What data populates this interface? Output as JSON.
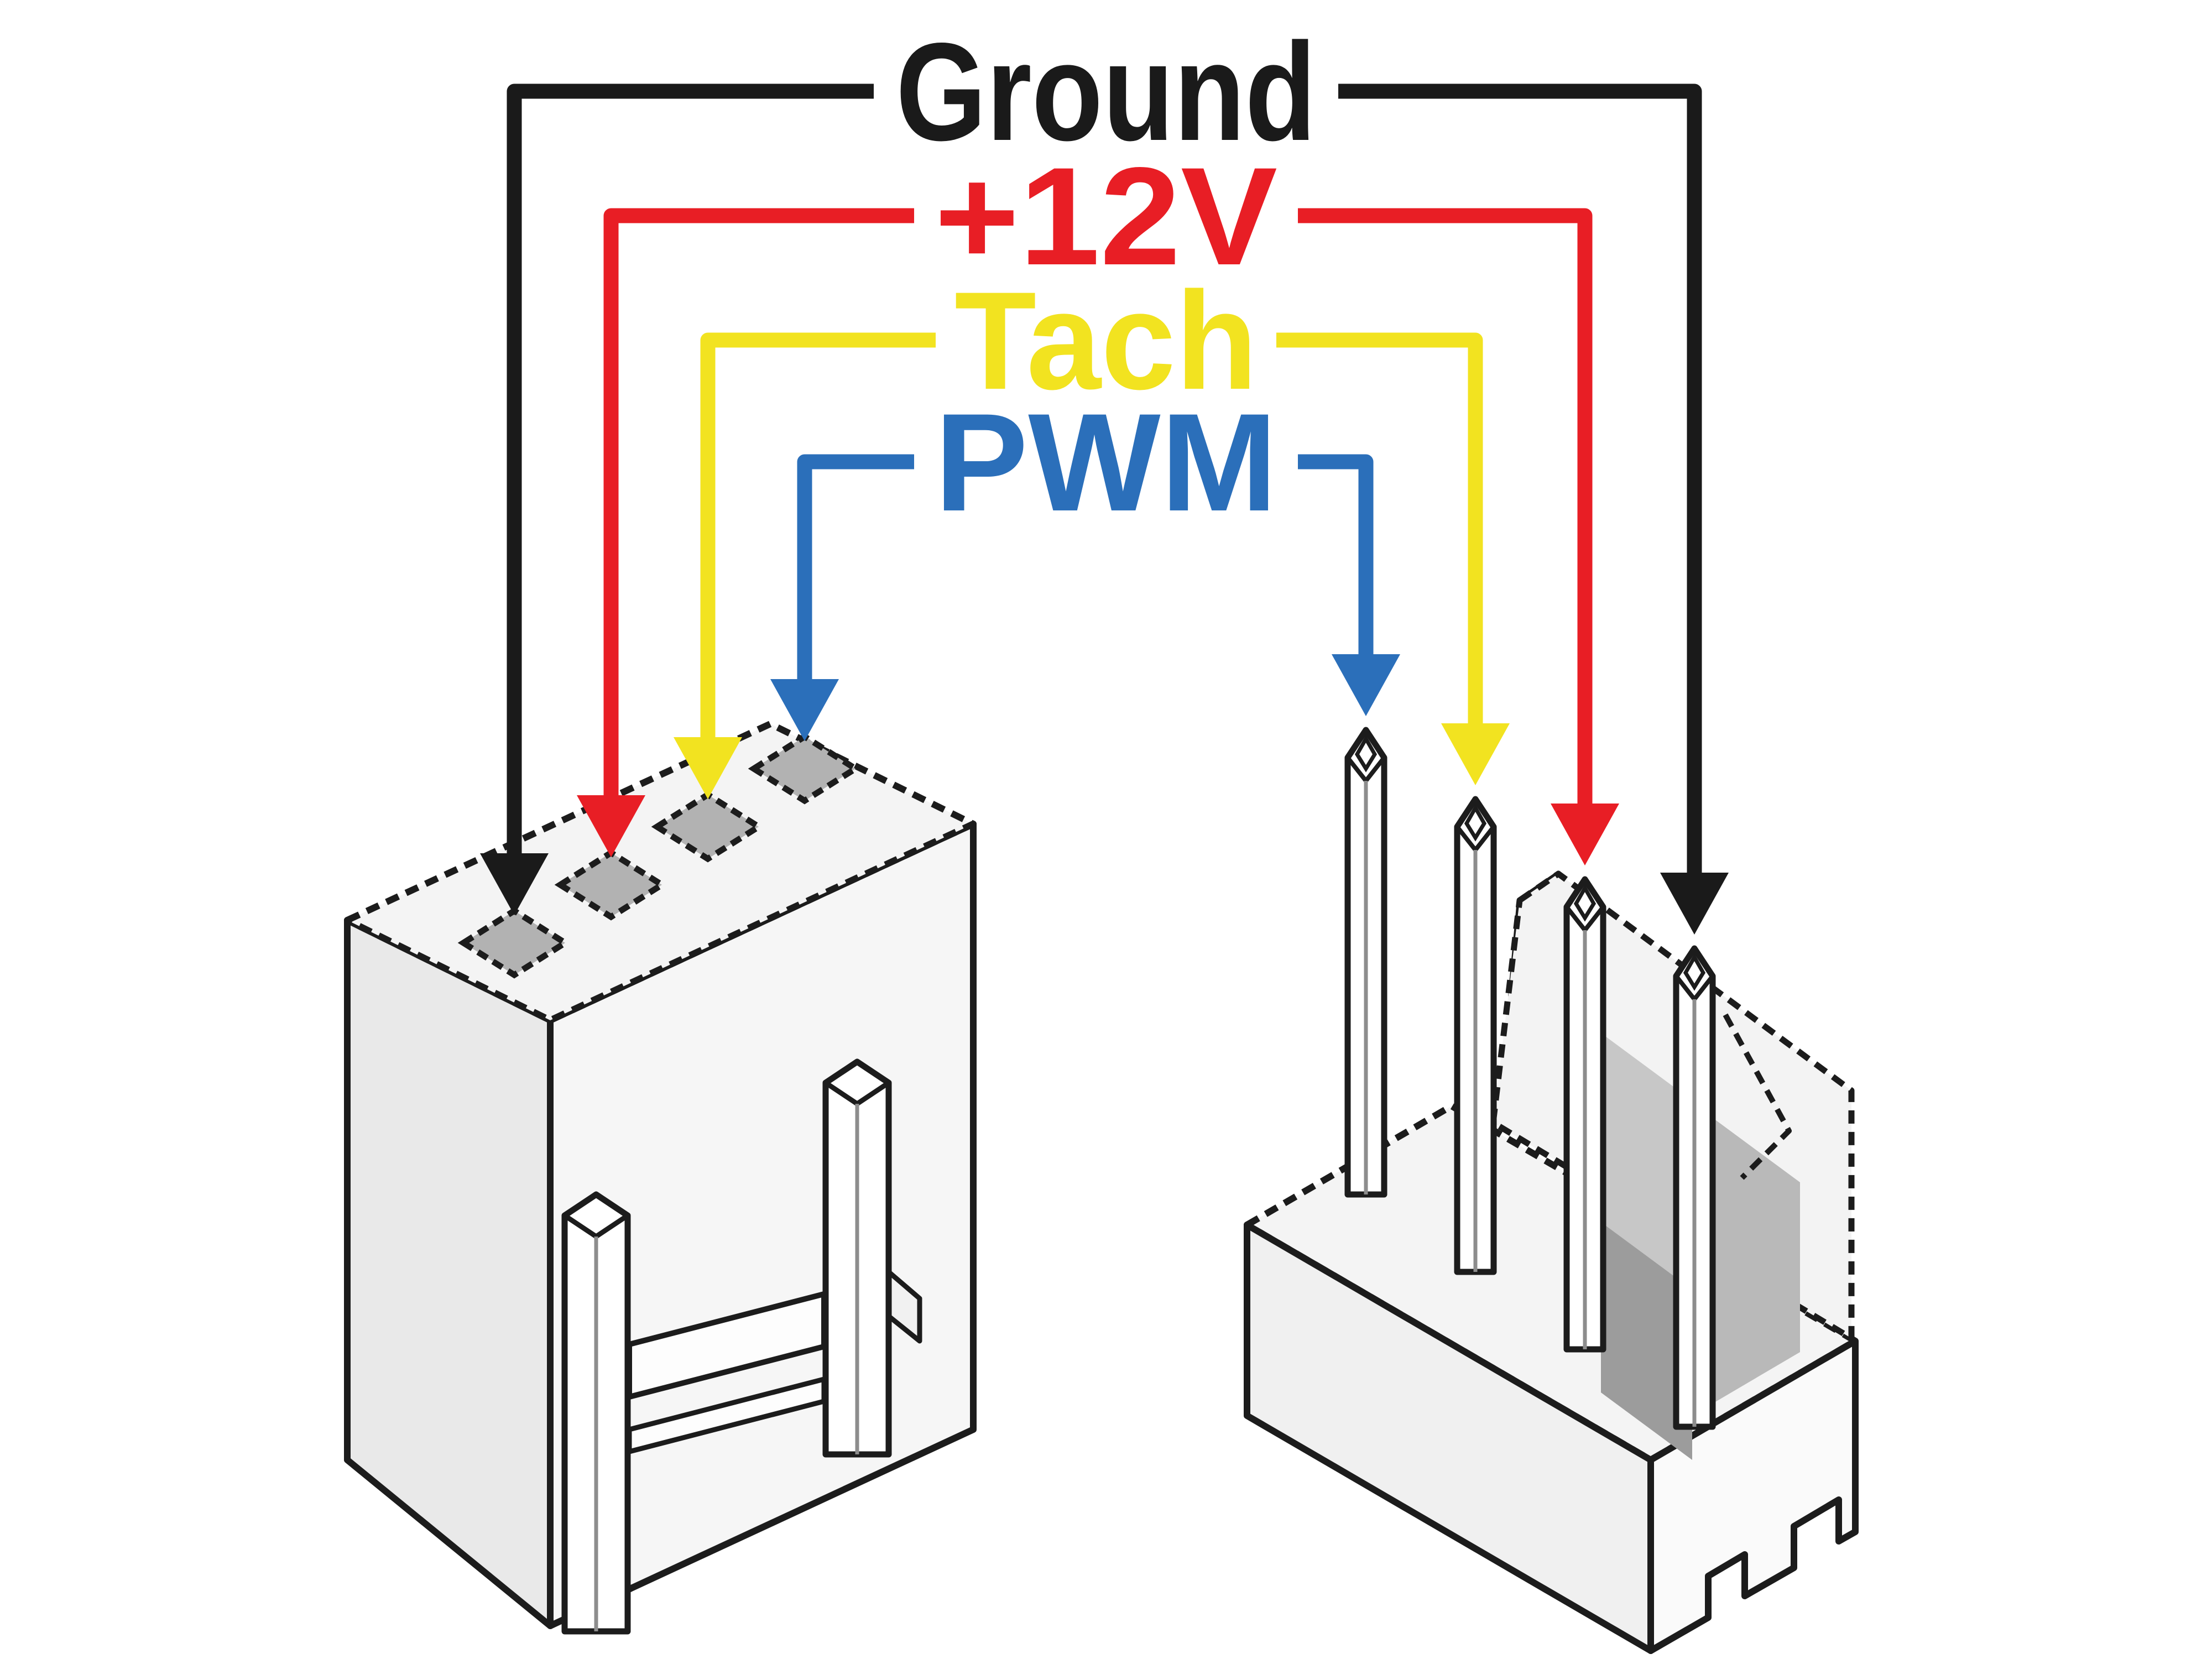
{
  "diagram": {
    "title_visible_text": null,
    "signals": [
      {
        "id": "ground",
        "label": "Ground",
        "color": "#1a1a1a",
        "left_target": "plug-hole-1",
        "right_target": "header-pin-4"
      },
      {
        "id": "plus12v",
        "label": "+12V",
        "color": "#e81e25",
        "left_target": "plug-hole-2",
        "right_target": "header-pin-3"
      },
      {
        "id": "tach",
        "label": "Tach",
        "color": "#f2e320",
        "left_target": "plug-hole-3",
        "right_target": "header-pin-2"
      },
      {
        "id": "pwm",
        "label": "PWM",
        "color": "#2b6fba",
        "left_target": "plug-hole-4",
        "right_target": "header-pin-1"
      }
    ],
    "left_connector": {
      "name": "female-fan-plug",
      "holes": 4,
      "hole_order_bottom_to_top": [
        "ground",
        "plus12v",
        "tach",
        "pwm"
      ]
    },
    "right_connector": {
      "name": "male-fan-header",
      "pins": 4,
      "pin_order_left_to_right": [
        "pwm",
        "tach",
        "plus12v",
        "ground"
      ]
    },
    "colors": {
      "background": "#ffffff",
      "outline": "#1c1c1c",
      "body_fill_light": "#f5f5f5",
      "body_fill_mid": "#ebebeb",
      "hole_fill": "#b2b2b2",
      "wall_shade_light": "#c7c7c7",
      "wall_shade_dark": "#9c9c9c"
    }
  }
}
